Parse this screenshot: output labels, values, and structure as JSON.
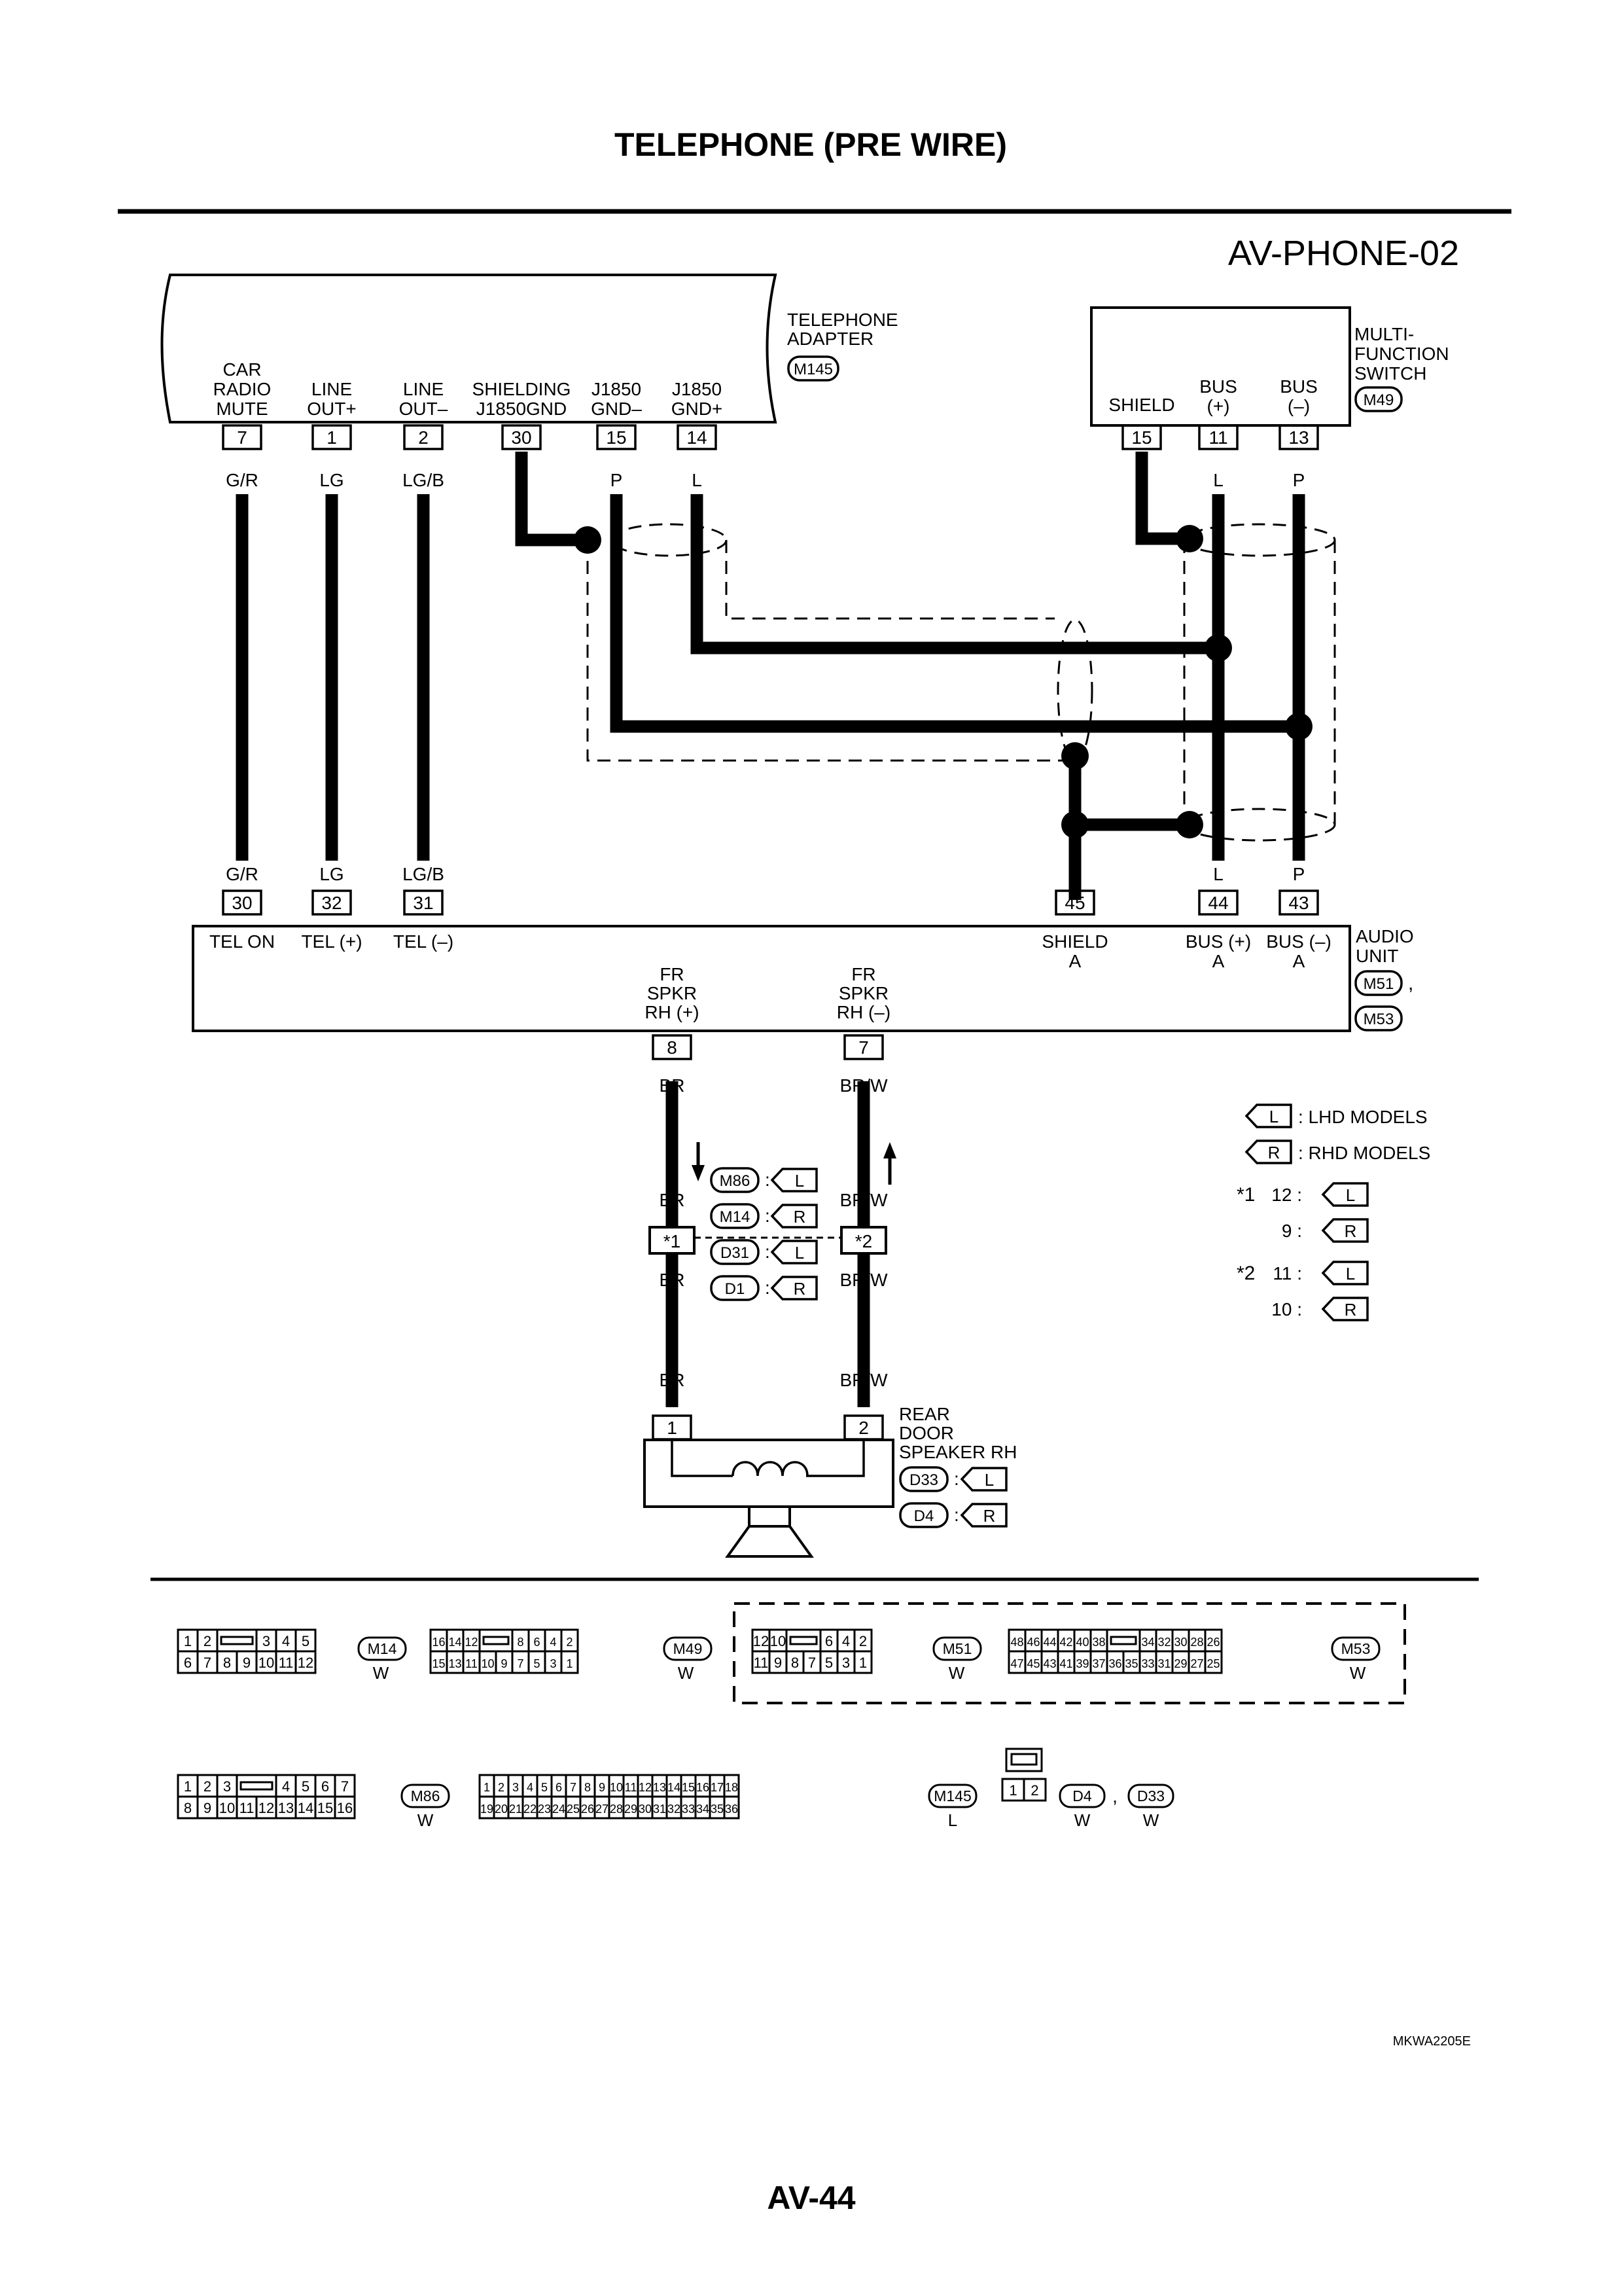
{
  "header": {
    "title": "TELEPHONE (PRE WIRE)",
    "diagram_code": "AV-PHONE-02",
    "page_number": "AV-44",
    "figure_id": "MKWA2205E"
  },
  "components": {
    "telephone_adapter": {
      "name_line1": "TELEPHONE",
      "name_line2": "ADAPTER",
      "connector": "M145",
      "pins": [
        {
          "no": "7",
          "label1": "CAR",
          "label2": "RADIO",
          "label3": "MUTE",
          "wire": "G/R"
        },
        {
          "no": "1",
          "label1": "LINE",
          "label2": "OUT+",
          "wire": "LG"
        },
        {
          "no": "2",
          "label1": "LINE",
          "label2": "OUT–",
          "wire": "LG/B"
        },
        {
          "no": "30",
          "label1": "SHIELDING",
          "label2": "J1850GND",
          "wire": ""
        },
        {
          "no": "15",
          "label1": "J1850",
          "label2": "GND–",
          "wire": "P"
        },
        {
          "no": "14",
          "label1": "J1850",
          "label2": "GND+",
          "wire": "L"
        }
      ]
    },
    "multi_function_switch": {
      "name_line1": "MULTI-",
      "name_line2": "FUNCTION",
      "name_line3": "SWITCH",
      "connector": "M49",
      "pins": [
        {
          "no": "15",
          "label1": "SHIELD",
          "wire": ""
        },
        {
          "no": "11",
          "label1": "BUS",
          "label2": "(+)",
          "wire": "L"
        },
        {
          "no": "13",
          "label1": "BUS",
          "label2": "(–)",
          "wire": "P"
        }
      ]
    },
    "audio_unit": {
      "name_line1": "AUDIO",
      "name_line2": "UNIT",
      "connectors": [
        "M51",
        "M53"
      ],
      "separator": ",",
      "pins": [
        {
          "no": "30",
          "label": "TEL ON",
          "wire": "G/R"
        },
        {
          "no": "32",
          "label": "TEL (+)",
          "wire": "LG"
        },
        {
          "no": "31",
          "label": "TEL (–)",
          "wire": "LG/B"
        },
        {
          "no": "45",
          "label1": "SHIELD",
          "label2": "A"
        },
        {
          "no": "44",
          "label1": "BUS (+)",
          "label2": "A",
          "wire": "L"
        },
        {
          "no": "43",
          "label1": "BUS (–)",
          "label2": "A",
          "wire": "P"
        },
        {
          "no": "8",
          "label1": "FR",
          "label2": "SPKR",
          "label3": "RH (+)",
          "wire": "BR"
        },
        {
          "no": "7",
          "label1": "FR",
          "label2": "SPKR",
          "label3": "RH (–)",
          "wire": "BR/W"
        }
      ]
    },
    "rear_door_speaker": {
      "name_line1": "REAR",
      "name_line2": "DOOR",
      "name_line3": "SPEAKER RH",
      "pins": [
        {
          "no": "1",
          "wire": "BR"
        },
        {
          "no": "2",
          "wire": "BR/W"
        }
      ],
      "connectors": [
        {
          "code": "D33",
          "model": "L"
        },
        {
          "code": "D4",
          "model": "R"
        }
      ]
    }
  },
  "inline_connectors": {
    "pins": [
      "*1",
      "*2"
    ],
    "wire_left": "BR",
    "wire_right": "BR/W",
    "list": [
      {
        "code": "M86",
        "model": "L"
      },
      {
        "code": "M14",
        "model": "R"
      },
      {
        "code": "D31",
        "model": "L"
      },
      {
        "code": "D1",
        "model": "R"
      }
    ]
  },
  "legend": {
    "models": [
      {
        "sym": "L",
        "text": ": LHD MODELS"
      },
      {
        "sym": "R",
        "text": ": RHD MODELS"
      }
    ],
    "notes": [
      {
        "star": "*1",
        "entries": [
          {
            "pin": "12 :",
            "sym": "L"
          },
          {
            "pin": "9 :",
            "sym": "R"
          }
        ]
      },
      {
        "star": "*2",
        "entries": [
          {
            "pin": "11 :",
            "sym": "L"
          },
          {
            "pin": "10 :",
            "sym": "R"
          }
        ]
      }
    ]
  },
  "connector_faces": [
    {
      "code": "M14",
      "color": "W",
      "row1": [
        "1",
        "2",
        "",
        "3",
        "4",
        "5"
      ],
      "row2": [
        "6",
        "7",
        "8",
        "9",
        "10",
        "11",
        "12"
      ]
    },
    {
      "code": "M49",
      "color": "W",
      "row1": [
        "16",
        "14",
        "12",
        "",
        "8",
        "6",
        "4",
        "2"
      ],
      "row2": [
        "15",
        "13",
        "11",
        "10",
        "9",
        "7",
        "5",
        "3",
        "1"
      ]
    },
    {
      "code": "M51",
      "color": "W",
      "row1": [
        "12",
        "10",
        "",
        "6",
        "4",
        "2"
      ],
      "row2": [
        "11",
        "9",
        "8",
        "7",
        "5",
        "3",
        "1"
      ]
    },
    {
      "code": "M53",
      "color": "W",
      "row1": [
        "48",
        "46",
        "44",
        "42",
        "40",
        "38",
        "",
        "34",
        "32",
        "30",
        "28",
        "26"
      ],
      "row2": [
        "47",
        "45",
        "43",
        "41",
        "39",
        "37",
        "36",
        "35",
        "33",
        "31",
        "29",
        "27",
        "25"
      ]
    },
    {
      "code": "M86",
      "color": "W",
      "row1": [
        "1",
        "2",
        "3",
        "",
        "4",
        "5",
        "6",
        "7"
      ],
      "row2": [
        "8",
        "9",
        "10",
        "11",
        "12",
        "13",
        "14",
        "15",
        "16"
      ]
    },
    {
      "code": "M145",
      "color": "L",
      "row1": [
        "1",
        "2",
        "3",
        "4",
        "5",
        "6",
        "7",
        "8",
        "9",
        "10",
        "11",
        "12",
        "13",
        "14",
        "15",
        "16",
        "17",
        "18"
      ],
      "row2": [
        "19",
        "20",
        "21",
        "22",
        "23",
        "24",
        "25",
        "26",
        "27",
        "28",
        "29",
        "30",
        "31",
        "32",
        "33",
        "34",
        "35",
        "36"
      ]
    },
    {
      "codes": [
        "D4",
        "D33"
      ],
      "colors": [
        "W",
        "W"
      ],
      "separator": ",",
      "row1": [
        "1",
        "2"
      ]
    }
  ]
}
